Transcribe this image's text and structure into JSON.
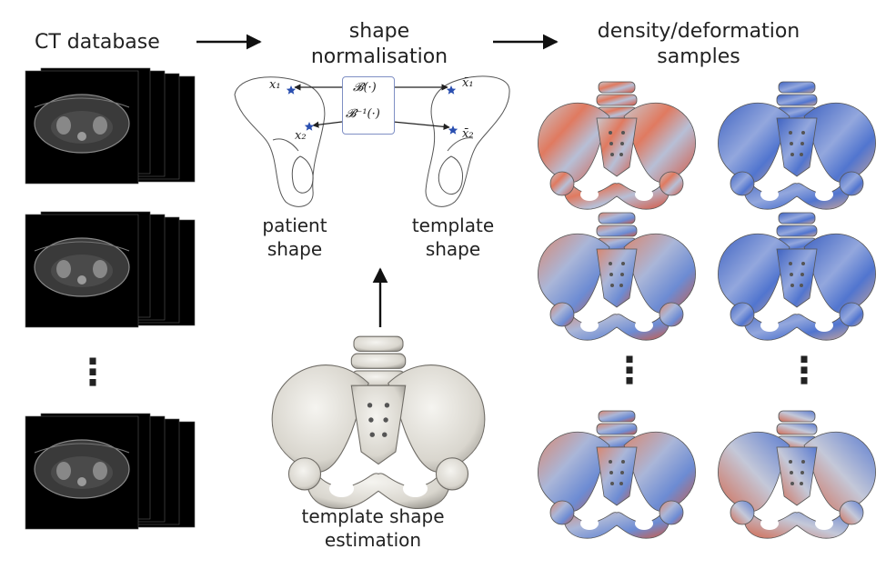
{
  "labels": {
    "ct_database": "CT database",
    "shape_normalisation_l1": "shape",
    "shape_normalisation_l2": "normalisation",
    "samples_l1": "density/deformation",
    "samples_l2": "samples",
    "patient_shape_l1": "patient",
    "patient_shape_l2": "shape",
    "template_shape_l1": "template",
    "template_shape_l2": "shape",
    "template_estimation_l1": "template shape",
    "template_estimation_l2": "estimation"
  },
  "math": {
    "x1": "x₁",
    "x2": "x₂",
    "x1_bar": "x̄₁",
    "x2_bar": "x̄₂",
    "B": "𝓑(·)",
    "B_inv": "𝓑⁻¹(·)"
  },
  "ellipsis": "⋮",
  "colors": {
    "ct_background": "#000000",
    "ct_slice_gray": "#6e6e6e",
    "bone_white": "#e8e6e0",
    "density_red": "#d9614a",
    "density_blue": "#4a6fc9",
    "marker_blue": "#2a4fb0",
    "box_border": "#7f8fc4"
  },
  "icons": [
    "ct-stack-icon",
    "pelvis-model-icon",
    "star-marker-icon",
    "arrow-icon"
  ]
}
